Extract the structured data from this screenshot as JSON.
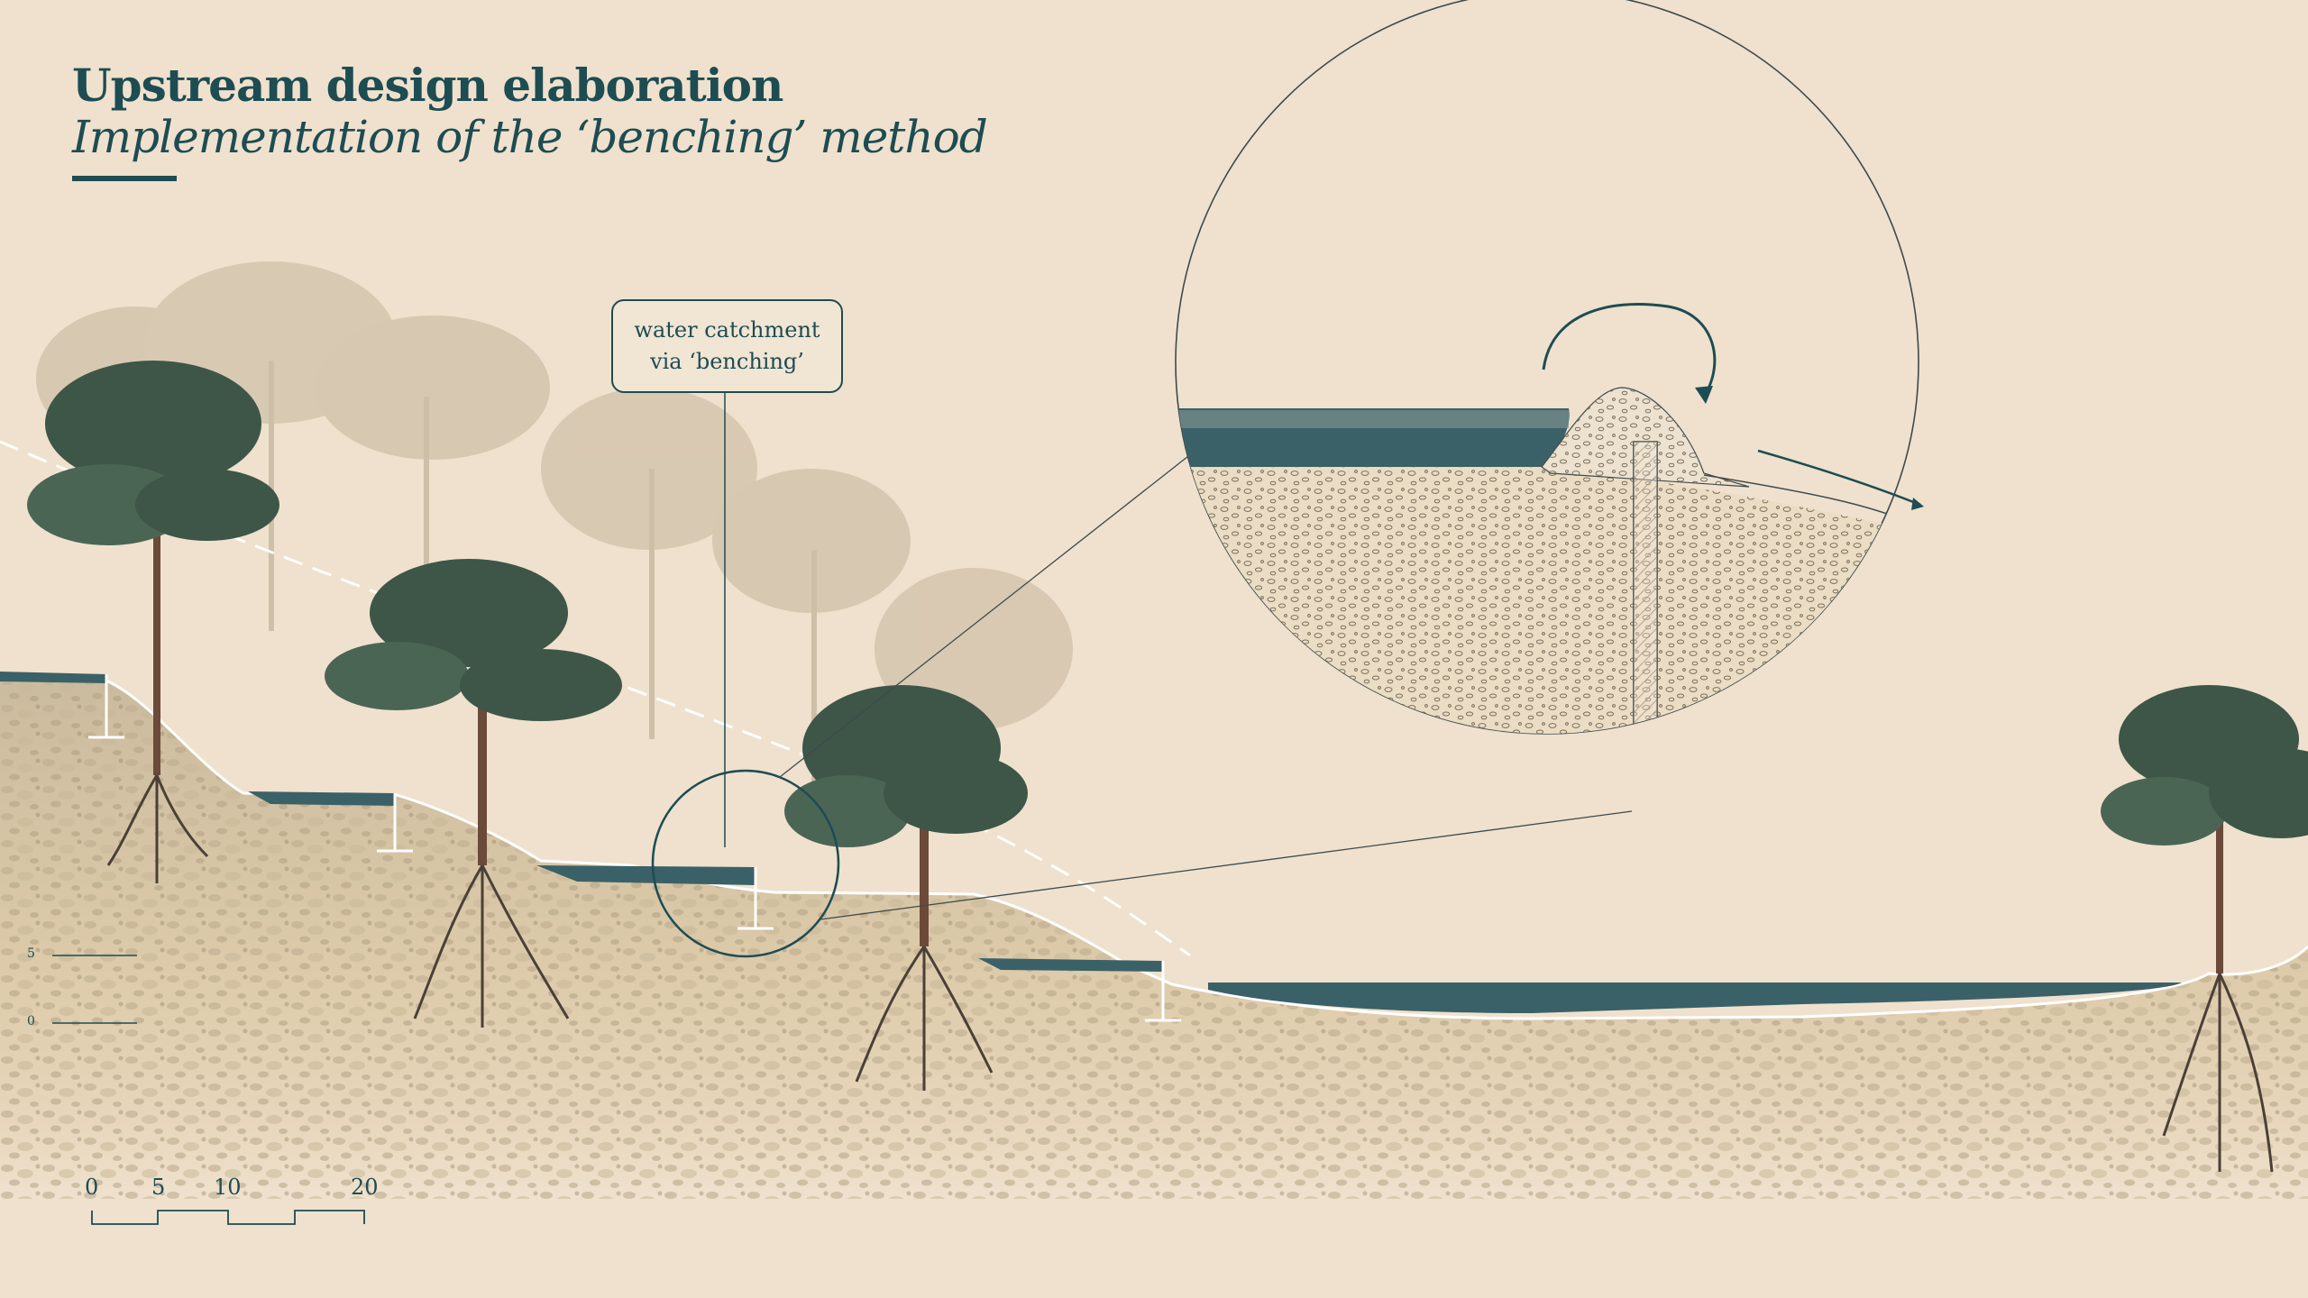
{
  "title": {
    "main": "Upstream design elaboration",
    "subtitle": "Implementation of the ‘benching’ method"
  },
  "callout": {
    "line1": "water catchment",
    "line2": "via ‘benching’"
  },
  "level_labels": [
    "5",
    "0"
  ],
  "scale_bar": {
    "labels": [
      "0",
      "5",
      "10",
      "20"
    ]
  },
  "colors": {
    "background": "#efe1cd",
    "accent": "#1d4c53",
    "water": "#3b6168",
    "soil": "#d9c6a5",
    "tree_dark": "#3d5648",
    "tree_faded": "#b9ab94"
  }
}
